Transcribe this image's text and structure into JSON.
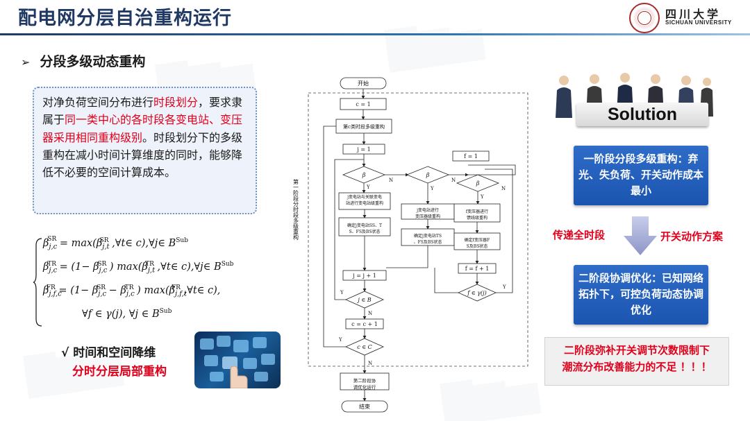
{
  "header": {
    "title": "配电网分层自治重构运行",
    "logo_cn": "四川大学",
    "logo_en": "SICHUAN UNIVERSITY"
  },
  "section": {
    "title": "分段多级动态重构"
  },
  "textbox": {
    "p1": "对净负荷空间分布进行",
    "p2": "时段划分",
    "p3": "，要求隶属于",
    "p4": "同一类中心的各时段各变电站、变压器采用相同重构级别",
    "p5": "。时段划分下的多级重构在减小时间计算维度的同时，能够降低不必要的空间计算成本。"
  },
  "formula": {
    "line1": "β_{j,c}^{SR} = max(β_{j,t}^{SR}, ∀t∈c), ∀j∈B^{Sub}",
    "line1_display": "β",
    "line2_display": "β",
    "line3_display": "β",
    "line4_display": "∀f ∈ γ(j), ∀j ∈ B"
  },
  "conclusion": {
    "line1": "√ 时间和空间降维",
    "line2": "分时分层局部重构"
  },
  "flowchart": {
    "start": "开始",
    "c_init": "c = 1",
    "stage1_box": "第c类时段多级重构",
    "j_init": "j = 1",
    "f_init": "f = 1",
    "d1": "β",
    "d2": "β",
    "d3": "β",
    "sub_reconf": "j变电站与关联变电站进行变电站级重构",
    "sub_state": "确定j变电站SS、TS、FS及BS状态",
    "tr_reconf": "j变电站进行变压器级重构",
    "tr_state": "确定j变电站TS、FS及BS状态",
    "fd_reconf": "f变压器进行馈线级重构",
    "fd_state": "确定f变压器FS及BS状态",
    "j_inc": "j = j + 1",
    "f_inc": "f = f + 1",
    "j_check": "j ∈ B",
    "f_check": "f ∈ γ(j)",
    "c_inc": "c = c + 1",
    "c_check": "c ∈ C",
    "stage2": "第二阶段协调优化运行",
    "end": "结束",
    "side_label": "第一阶段分时段多级重构",
    "y": "Y",
    "n": "N"
  },
  "right": {
    "solution": "Solution",
    "box1": "一阶段分段多级重构：弃光、失负荷、开关动作成本最小",
    "transfer": "传递全时段",
    "switch_plan": "开关动作方案",
    "box2": "二阶段协调优化：已知网络拓扑下，可控负荷动态协调优化",
    "note1": "二阶段弥补开关调节次数限制下",
    "note2": "潮流分布改善能力的不足 ！！！"
  },
  "colors": {
    "title": "#1f3864",
    "accent_red": "#e0001b",
    "box_blue": "#1b55b0"
  }
}
